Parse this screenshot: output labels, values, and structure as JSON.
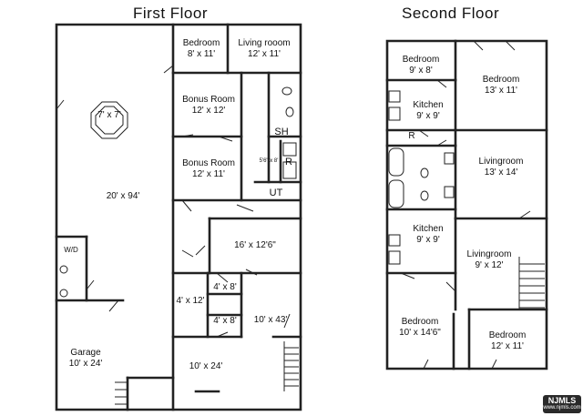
{
  "titles": {
    "first_floor": "First Floor",
    "second_floor": "Second Floor"
  },
  "first_floor": {
    "rooms": [
      {
        "name": "Bedroom",
        "dims": "8' x 11'"
      },
      {
        "name": "Living rooom",
        "dims": "12' x 11'"
      },
      {
        "name": "Bonus Room",
        "dims": "12' x 12'"
      },
      {
        "name": "Bonus Room",
        "dims": "12' x 11'"
      },
      {
        "name": "",
        "dims": "7' x 7'"
      },
      {
        "name": "",
        "dims": "20' x 94'"
      },
      {
        "name": "W/D",
        "dims": ""
      },
      {
        "name": "Garage",
        "dims": "10' x 24'"
      },
      {
        "name": "",
        "dims": "16' x 12'6\""
      },
      {
        "name": "",
        "dims": "4' x 12'"
      },
      {
        "name": "",
        "dims": "4' x 8'"
      },
      {
        "name": "",
        "dims": "4' x 8'"
      },
      {
        "name": "",
        "dims": "10' x 43'"
      },
      {
        "name": "",
        "dims": "10' x 24'"
      },
      {
        "name": "",
        "dims": "5'6\" x 8'"
      }
    ],
    "marks": {
      "sh": "SH",
      "r": "R",
      "ut": "UT"
    }
  },
  "second_floor": {
    "rooms": [
      {
        "name": "Bedroom",
        "dims": "9' x 8'"
      },
      {
        "name": "Bedroom",
        "dims": "13' x 11'"
      },
      {
        "name": "Kitchen",
        "dims": "9' x 9'"
      },
      {
        "name": "Livingroom",
        "dims": "13' x 14'"
      },
      {
        "name": "Kitchen",
        "dims": "9' x 9'"
      },
      {
        "name": "Livingroom",
        "dims": "9' x 12'"
      },
      {
        "name": "Bedroom",
        "dims": "10' x 14'6\""
      },
      {
        "name": "Bedroom",
        "dims": "12' x 11'"
      }
    ],
    "marks": {
      "r": "R"
    }
  },
  "badge": {
    "main": "NJMLS",
    "sub": "www.njmls.com"
  }
}
